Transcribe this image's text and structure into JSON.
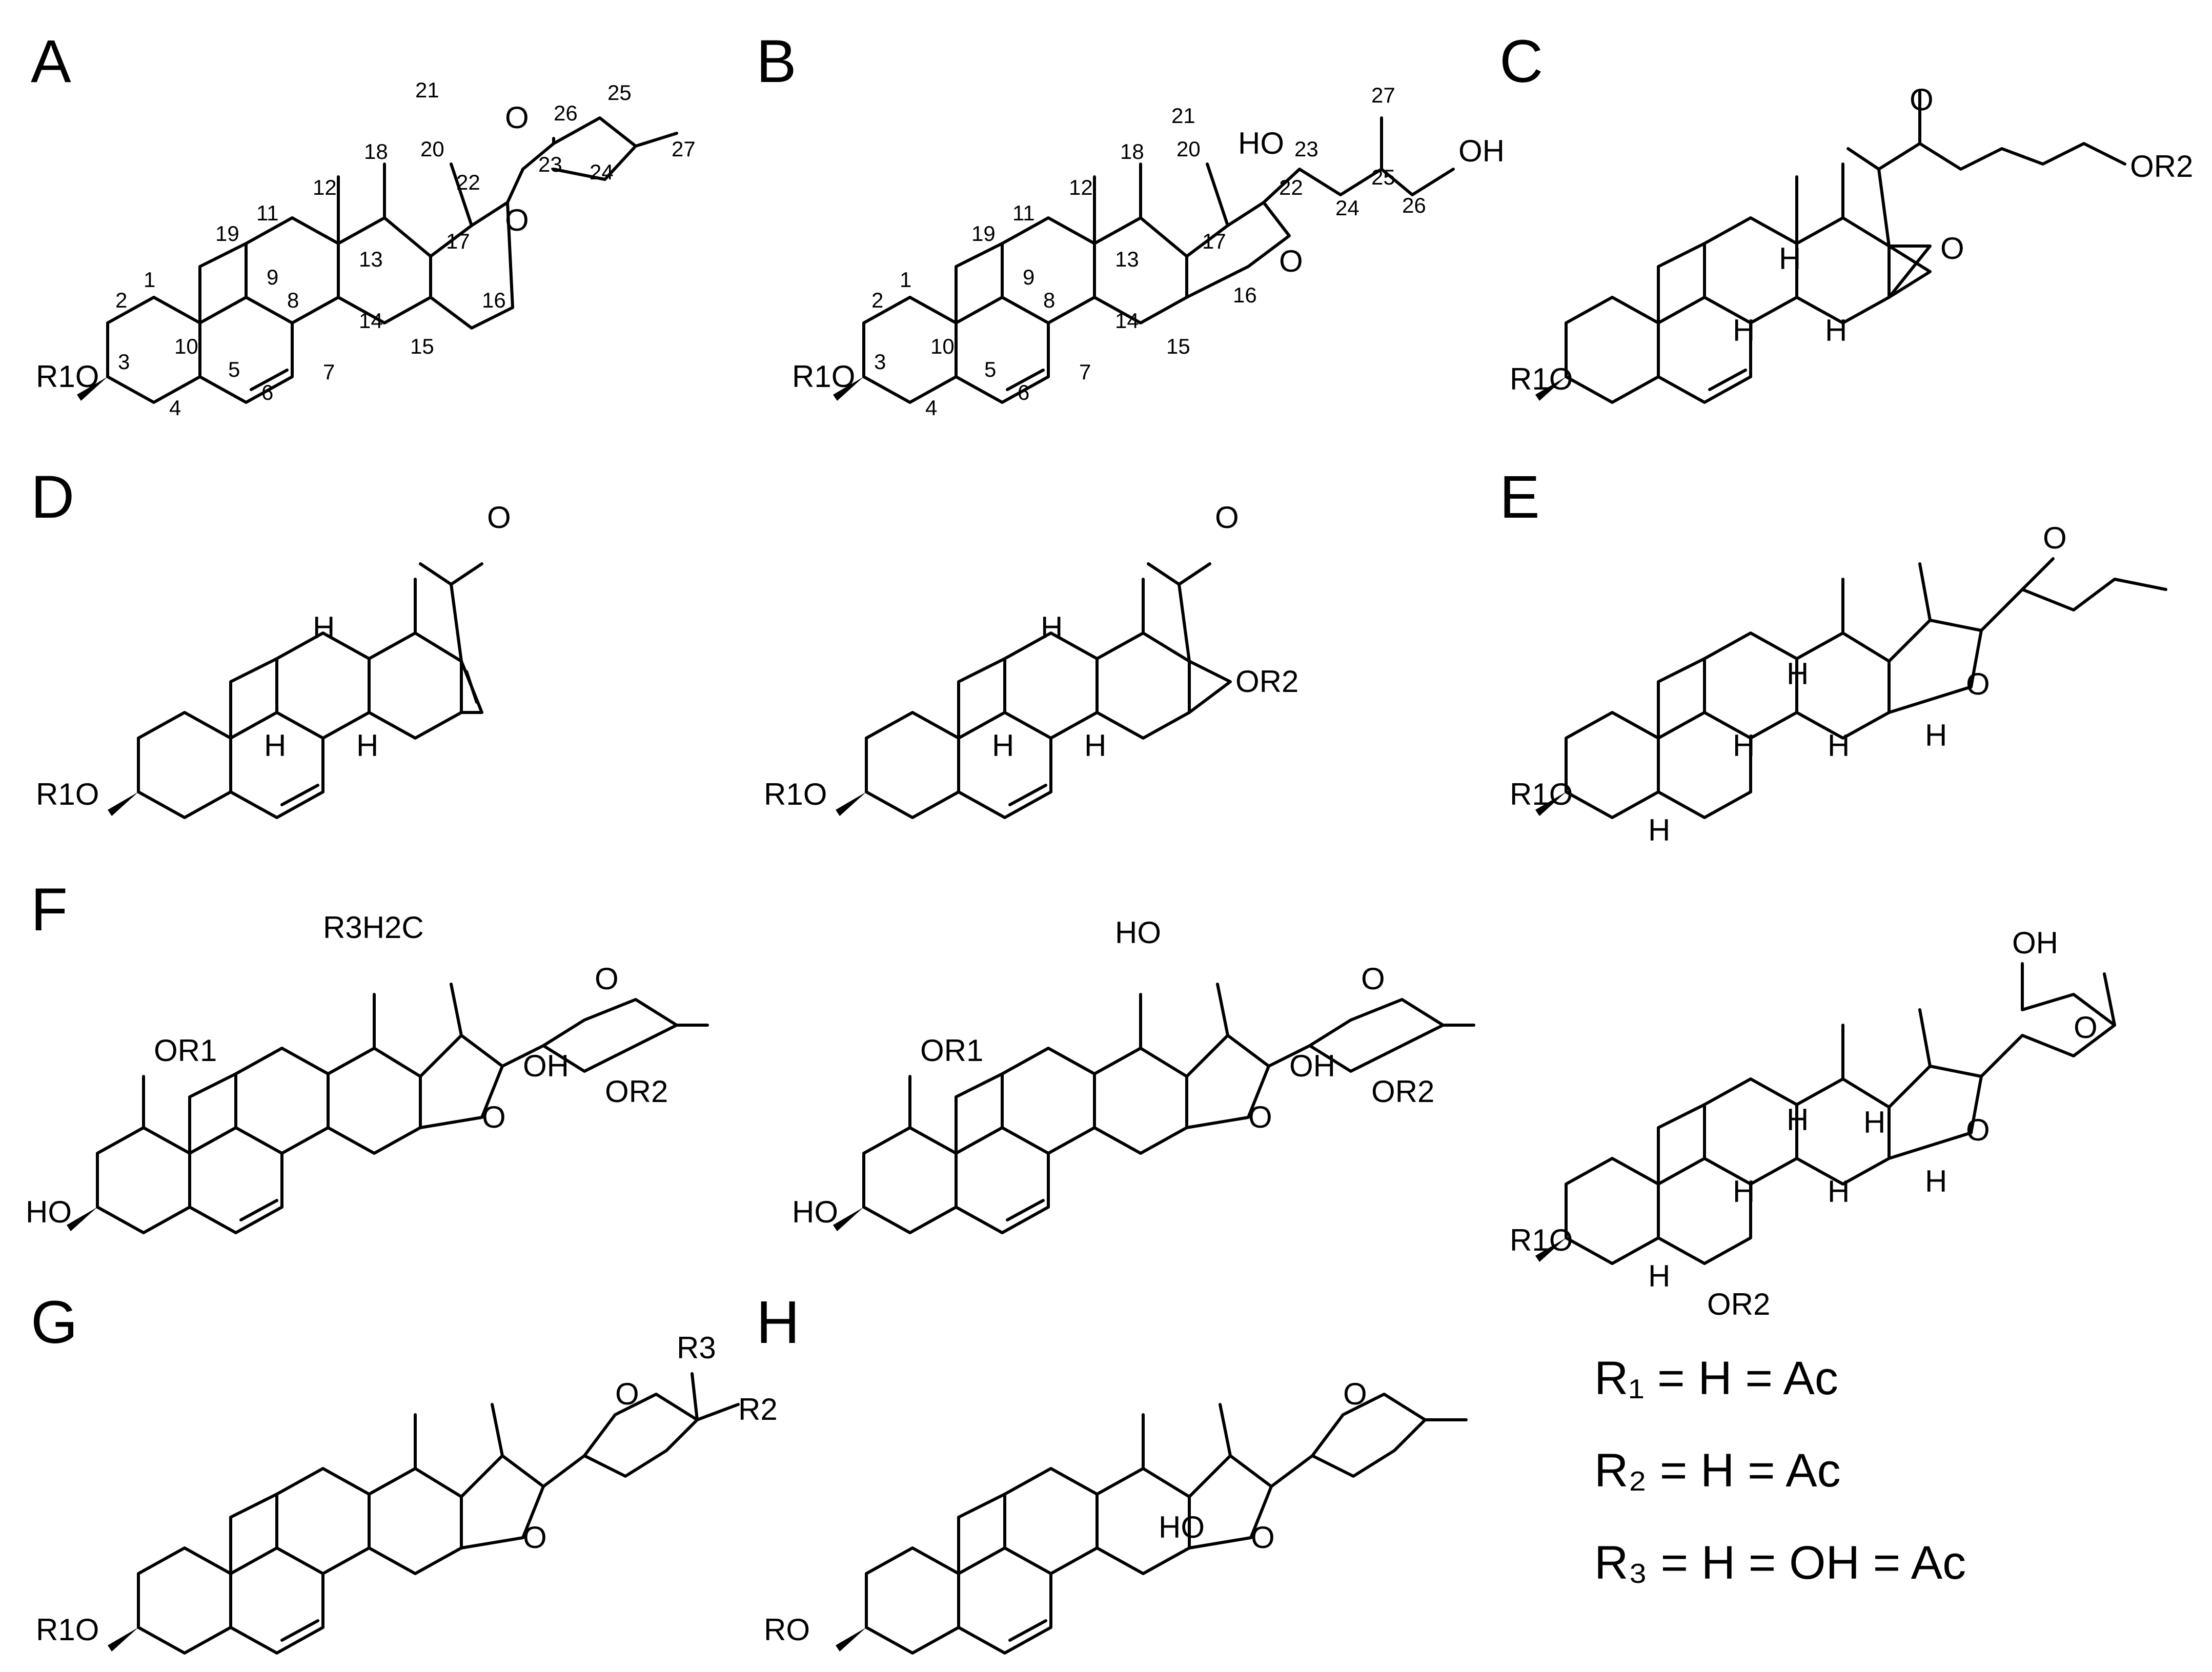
{
  "figure": {
    "panels": [
      {
        "label": "A",
        "substituents": [
          "R1O"
        ],
        "heteroatoms": [
          "O",
          "O"
        ],
        "carbon_numbers": [
          "1",
          "2",
          "3",
          "4",
          "5",
          "6",
          "7",
          "8",
          "9",
          "10",
          "11",
          "12",
          "13",
          "14",
          "15",
          "16",
          "17",
          "18",
          "19",
          "20",
          "21",
          "22",
          "23",
          "24",
          "25",
          "26",
          "27"
        ]
      },
      {
        "label": "B",
        "substituents": [
          "R1O",
          "HO",
          "OH"
        ],
        "heteroatoms": [
          "O"
        ],
        "carbon_numbers": [
          "1",
          "2",
          "3",
          "4",
          "5",
          "6",
          "7",
          "8",
          "9",
          "10",
          "11",
          "12",
          "13",
          "14",
          "15",
          "16",
          "17",
          "18",
          "19",
          "20",
          "21",
          "22",
          "23",
          "24",
          "25",
          "26",
          "27"
        ]
      },
      {
        "label": "C",
        "substituents": [
          "R1O",
          "OR2"
        ],
        "heteroatoms": [
          "O",
          "O"
        ],
        "stereo_h": [
          "H",
          "H",
          "H"
        ]
      },
      {
        "label": "D",
        "structures": [
          {
            "substituents": [
              "R1O"
            ],
            "heteroatoms": [
              "O"
            ],
            "stereo_h": [
              "H",
              "H",
              "H"
            ]
          },
          {
            "substituents": [
              "R1O",
              "OR2"
            ],
            "heteroatoms": [
              "O"
            ],
            "stereo_h": [
              "H",
              "H",
              "H"
            ]
          }
        ]
      },
      {
        "label": "E",
        "substituents": [
          "R1O"
        ],
        "heteroatoms": [
          "O",
          "O"
        ],
        "stereo_h": [
          "H",
          "H",
          "H",
          "H",
          "H"
        ]
      },
      {
        "label": "F",
        "structures": [
          {
            "substituents": [
              "R3H2C",
              "OR1",
              "HO",
              "OH",
              "OR2"
            ],
            "heteroatoms": [
              "O",
              "O"
            ]
          },
          {
            "substituents": [
              "HO",
              "OR1",
              "HO",
              "OH",
              "OR2"
            ],
            "heteroatoms": [
              "O",
              "O"
            ]
          },
          {
            "substituents": [
              "R1O",
              "OR2",
              "OH"
            ],
            "heteroatoms": [
              "O",
              "O"
            ],
            "stereo_h": [
              "H",
              "H",
              "H",
              "H",
              "H",
              "H"
            ]
          }
        ]
      },
      {
        "label": "G",
        "substituents": [
          "R1O",
          "R3",
          "R2"
        ],
        "heteroatoms": [
          "O",
          "O"
        ]
      },
      {
        "label": "H",
        "substituents": [
          "RO",
          "HO"
        ],
        "heteroatoms": [
          "O",
          "O"
        ]
      }
    ],
    "legend": [
      {
        "text": "R₁ = H = Ac"
      },
      {
        "text": "R₂ = H = Ac"
      },
      {
        "text": "R₃ = H = OH = Ac"
      }
    ]
  }
}
